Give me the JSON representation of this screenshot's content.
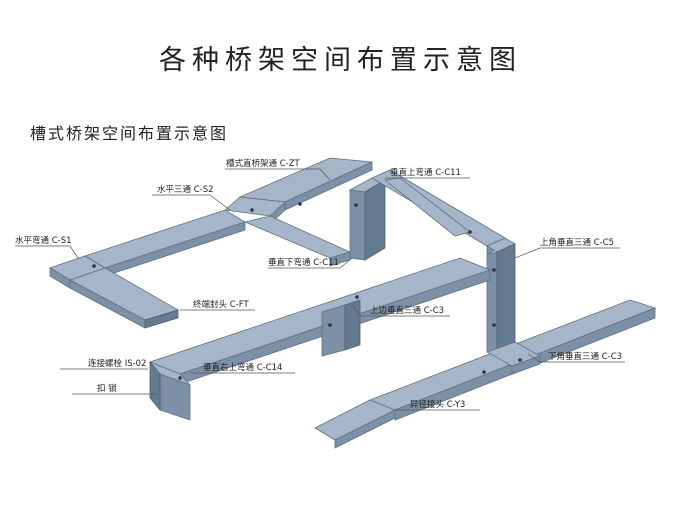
{
  "title": "各种桥架空间布置示意图",
  "subtitle": "槽式桥架空间布置示意图",
  "labels": {
    "zt": "槽式直桥架通 C-ZT",
    "s2": "水平三通 C-S2",
    "s1": "水平弯通 C-S1",
    "c11_up": "垂直上弯通 C-C11",
    "c11_down": "垂直下弯通 C-C11",
    "c5": "上角垂直三通 C-C5",
    "ft": "终端封头 C-FT",
    "c3_top": "上边垂直三通 C-C3",
    "is02": "连接螺栓 IS-02",
    "c14": "垂直右上弯通 C-C14",
    "lock": "扣  锁",
    "c3_bottom": "下角垂直三通 C-C3",
    "y3": "异径接头 C-Y3"
  }
}
